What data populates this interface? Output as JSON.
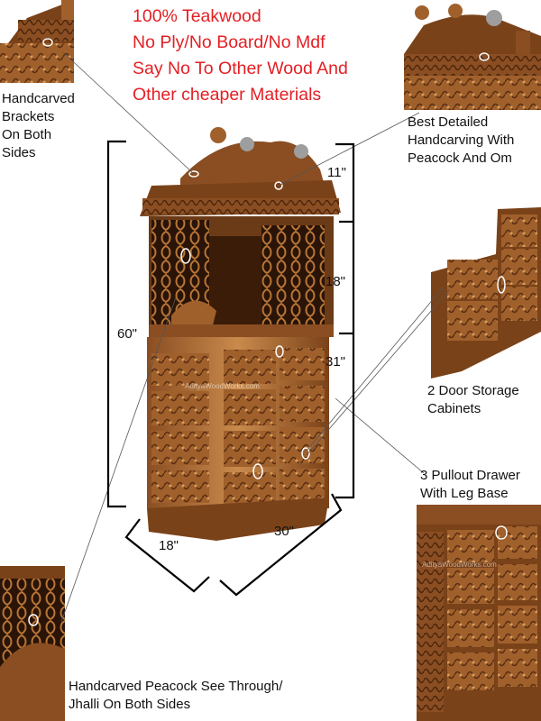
{
  "headline": {
    "line1": "100% Teakwood",
    "line2": "No Ply/No Board/No Mdf",
    "line3": "Say No To Other Wood And",
    "line4": "Other cheaper Materials"
  },
  "captions": {
    "brackets": [
      "Handcarved",
      "Brackets",
      "On Both",
      "Sides"
    ],
    "peacock_om": [
      "Best Detailed",
      "Handcarving With",
      "Peacock And Om"
    ],
    "storage": [
      "2 Door Storage",
      "Cabinets"
    ],
    "drawers": [
      "3 Pullout Drawer",
      "With Leg Base"
    ],
    "jhalli": [
      "Handcarved Peacock See Through/",
      "Jhalli On Both Sides"
    ]
  },
  "dimensions": {
    "total_height": "60\"",
    "top": "11\"",
    "middle": "18\"",
    "bottom": "31\"",
    "depth": "18\"",
    "width": "30\""
  },
  "watermark": "AdityaWoodWorks.com",
  "colors": {
    "headline": "#e32025",
    "wood_dark": "#6b3a17",
    "wood_mid": "#a0602c",
    "wood_light": "#c98a4c"
  }
}
